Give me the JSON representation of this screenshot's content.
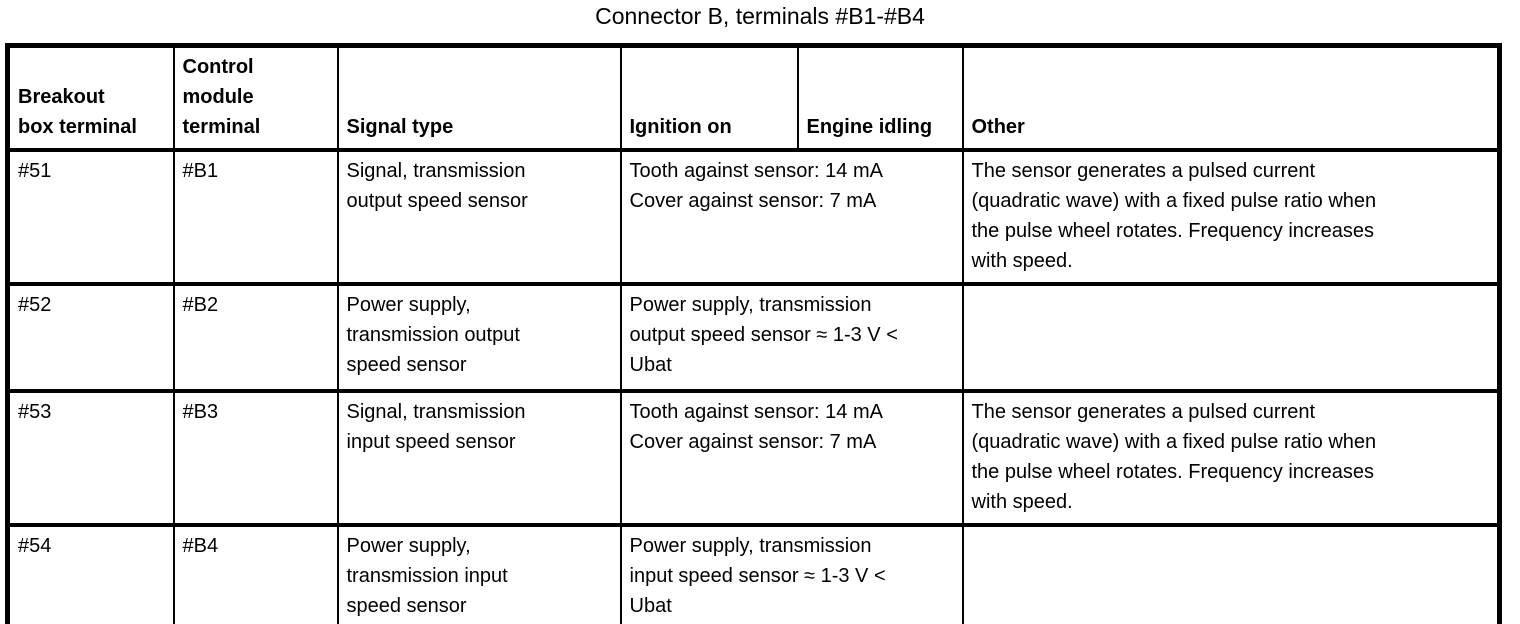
{
  "title": "Connector B, terminals #B1-#B4",
  "colors": {
    "background": "#ffffff",
    "text": "#000000",
    "border": "#000000"
  },
  "table": {
    "headers": [
      "Breakout\nbox terminal",
      "Control\nmodule\nterminal",
      "Signal type",
      "Ignition on",
      "Engine idling",
      "Other"
    ],
    "rows": [
      {
        "breakout_terminal": "#51",
        "module_terminal": "#B1",
        "signal_type": "Signal, transmission\noutput speed sensor",
        "measurement": "Tooth against sensor: 14 mA\nCover against sensor: 7 mA",
        "other": "The sensor generates a pulsed current\n(quadratic wave) with a fixed pulse ratio when\nthe pulse wheel rotates. Frequency increases\nwith speed."
      },
      {
        "breakout_terminal": "#52",
        "module_terminal": "#B2",
        "signal_type": "Power supply,\ntransmission output\nspeed sensor",
        "measurement": "Power supply, transmission\noutput speed sensor ≈ 1-3 V <\nUbat",
        "other": ""
      },
      {
        "breakout_terminal": "#53",
        "module_terminal": "#B3",
        "signal_type": "Signal, transmission\ninput speed sensor",
        "measurement": "Tooth against sensor: 14 mA\nCover against sensor: 7 mA",
        "other": "The sensor generates a pulsed current\n(quadratic wave) with a fixed pulse ratio when\nthe pulse wheel rotates. Frequency increases\nwith speed."
      },
      {
        "breakout_terminal": "#54",
        "module_terminal": "#B4",
        "signal_type": "Power supply,\ntransmission input\nspeed sensor",
        "measurement": "Power supply, transmission\ninput speed sensor ≈ 1-3 V <\nUbat",
        "other": ""
      }
    ]
  }
}
